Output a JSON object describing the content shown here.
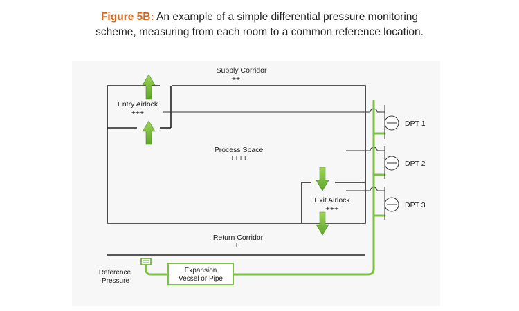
{
  "caption": {
    "label": "Figure 5B:",
    "line1": " An example of a simple differential pressure monitoring",
    "line2": "scheme, measuring from each room to a common reference location."
  },
  "rooms": {
    "supply_corridor": {
      "name": "Supply Corridor",
      "pressure": "++"
    },
    "entry_airlock": {
      "name": "Entry Airlock",
      "pressure": "+++"
    },
    "process_space": {
      "name": "Process Space",
      "pressure": "++++"
    },
    "exit_airlock": {
      "name": "Exit Airlock",
      "pressure": "+++"
    },
    "return_corridor": {
      "name": "Return Corridor",
      "pressure": "+"
    }
  },
  "transmitters": [
    "DPT 1",
    "DPT 2",
    "DPT 3"
  ],
  "reference": {
    "line1": "Reference",
    "line2": "Pressure"
  },
  "vessel": {
    "line1": "Expansion",
    "line2": "Vessel or Pipe"
  },
  "colors": {
    "green_line": "#7cc242",
    "arrow_green": "#8cc63f",
    "wall": "#222222",
    "caption_accent": "#d2691e"
  }
}
